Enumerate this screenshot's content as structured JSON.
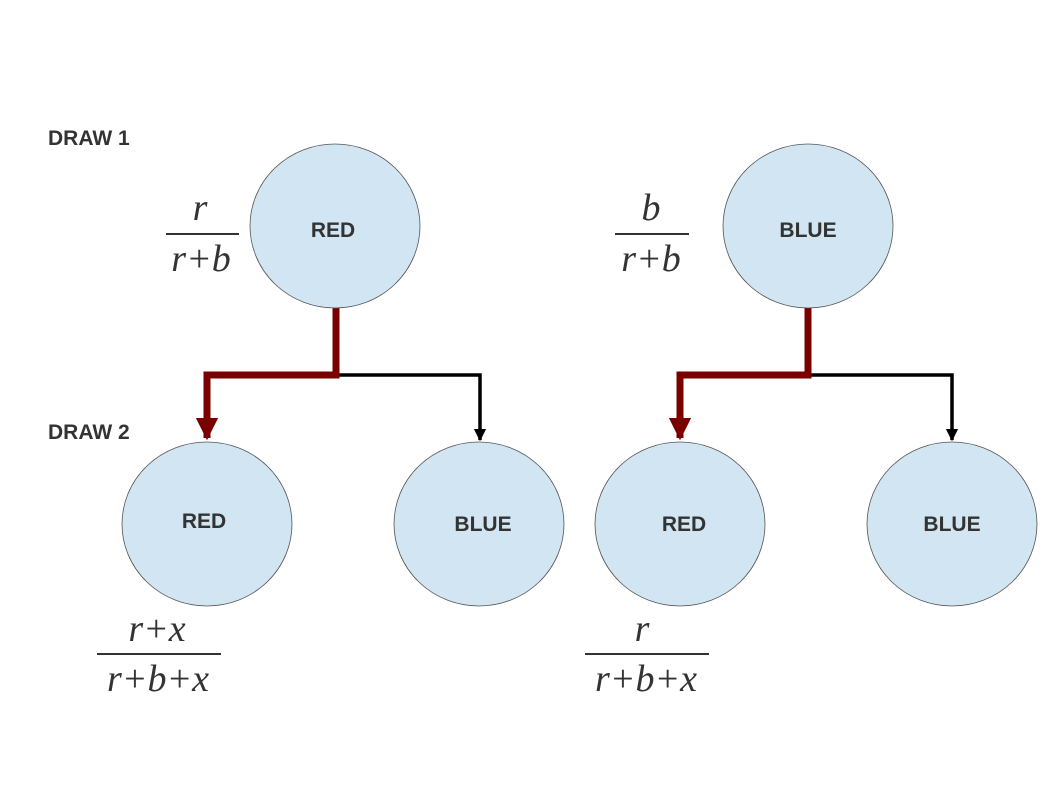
{
  "rows": {
    "draw1": "DRAW 1",
    "draw2": "DRAW 2"
  },
  "nodes": {
    "top_red": "RED",
    "top_blue": "BLUE",
    "left_red": "RED",
    "left_blue": "BLUE",
    "right_red": "RED",
    "right_blue": "BLUE"
  },
  "fractions": {
    "top_red": {
      "numerator": "r",
      "denominator": "r+b"
    },
    "top_blue": {
      "numerator": "b",
      "denominator": "r+b"
    },
    "left_red": {
      "numerator": "r+x",
      "denominator": "r+b+x"
    },
    "right_red": {
      "numerator": "r",
      "denominator": "r+b+x"
    }
  },
  "colors": {
    "node_fill": "#d1e5f3",
    "highlight_path": "#7a0000",
    "plain_path": "#000000",
    "text": "#333333"
  }
}
